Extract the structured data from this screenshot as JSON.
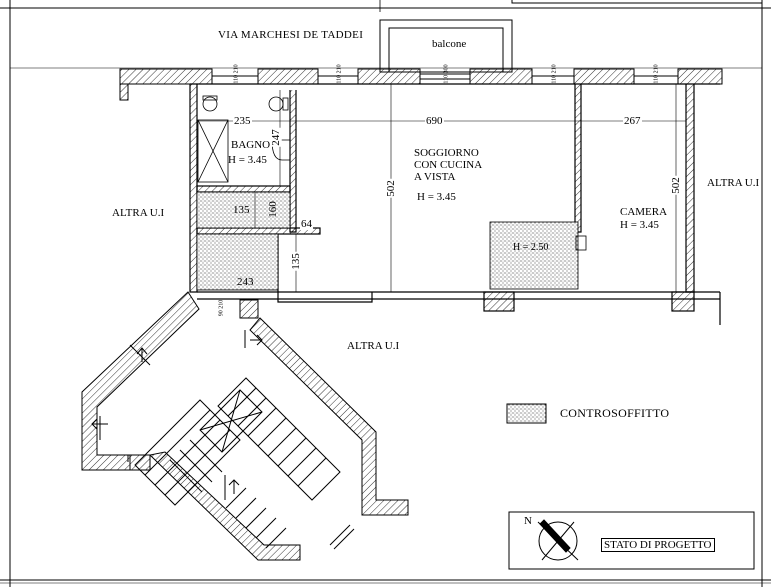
{
  "street": "VIA MARCHESI DE TADDEI",
  "balcony": "balcone",
  "rooms": {
    "bagno_name": "BAGNO",
    "bagno_height": "H = 3.45",
    "soggiorno_line1": "SOGGIORNO",
    "soggiorno_line2": "CON CUCINA",
    "soggiorno_line3": "A VISTA",
    "soggiorno_height": "H = 3.45",
    "camera_name": "CAMERA",
    "camera_height": "H = 3.45",
    "false_ceiling_height": "H = 2.50"
  },
  "neighbours": {
    "left": "ALTRA U.I",
    "right": "ALTRA U.I",
    "bottom": "ALTRA U.I"
  },
  "dimensions": {
    "bagno_width": "235",
    "soggiorno_width": "690",
    "camera_width": "267",
    "bagno_height": "247",
    "soggiorno_depth": "502",
    "camera_depth": "502",
    "corridor_width": "135",
    "step_64": "64",
    "partial_135": "135",
    "partial_160": "160",
    "partial_243": "243"
  },
  "openings": {
    "window_1": [
      "110",
      "210"
    ],
    "window_2": [
      "110",
      "210"
    ],
    "balcony_door": [
      "110",
      "300"
    ],
    "window_4": [
      "110",
      "210"
    ],
    "window_5": [
      "110",
      "210"
    ],
    "entrance": [
      "90",
      "210"
    ]
  },
  "legend": {
    "label": "CONTROSOFFITTO"
  },
  "title_block": {
    "status": "STATO DI PROGETTO",
    "north": "N"
  },
  "colors": {
    "line": "#000000",
    "hatch": "#000000",
    "background": "#ffffff"
  }
}
